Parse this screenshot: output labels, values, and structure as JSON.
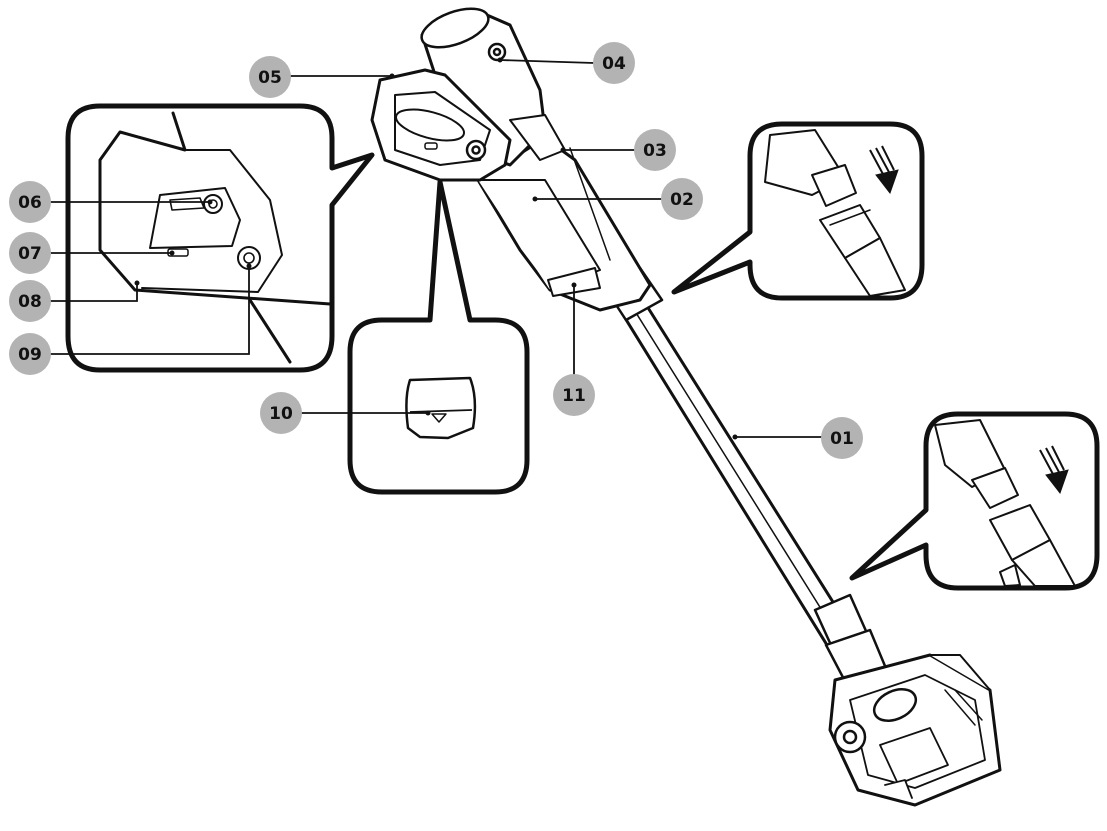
{
  "diagram": {
    "labels": {
      "l01": "01",
      "l02": "02",
      "l03": "03",
      "l04": "04",
      "l05": "05",
      "l06": "06",
      "l07": "07",
      "l08": "08",
      "l09": "09",
      "l10": "10",
      "l11": "11"
    }
  },
  "colors": {
    "callout_fill": "#b3b3b3",
    "line": "#111111",
    "background": "#ffffff"
  }
}
